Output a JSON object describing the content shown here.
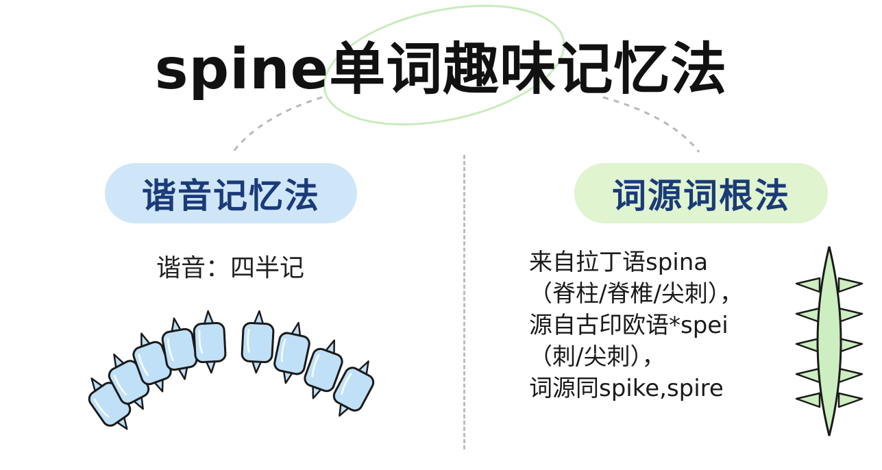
{
  "title": "spine单词趣味记忆法",
  "left": {
    "heading": "谐音记忆法",
    "text": "谐音：四半记"
  },
  "right": {
    "heading": "词源词根法",
    "lines": [
      "来自拉丁语spina",
      "（脊柱/脊椎/尖刺），",
      "源自古印欧语*spei",
      "（刺/尖刺），",
      "词源同spike,spire"
    ]
  },
  "colors": {
    "title": "#111111",
    "heading_text": "#1b3a78",
    "left_pill": "#cfe6f8",
    "right_pill": "#dff4cf",
    "vertebra_fill": "#bfe0f7",
    "spike_fill": "#cdeec0",
    "outline": "#1a1a1a"
  },
  "icons": [
    "spine-vertebrae-illustration",
    "spiky-spine-illustration"
  ]
}
